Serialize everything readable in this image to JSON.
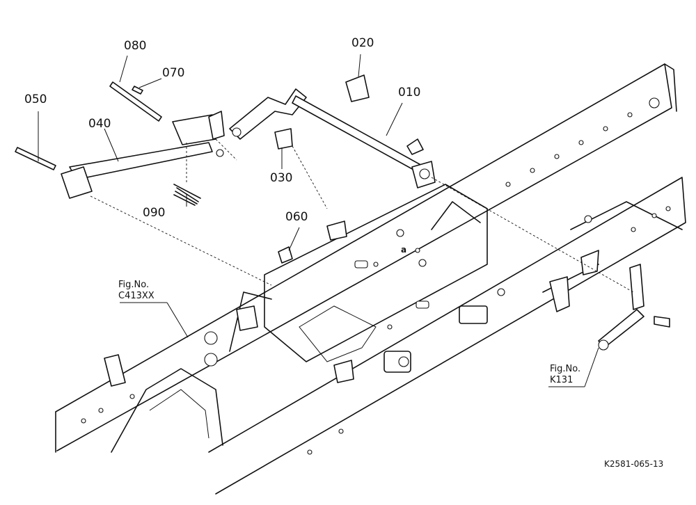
{
  "parts": [
    {
      "id": "010"
    },
    {
      "id": "020"
    },
    {
      "id": "030"
    },
    {
      "id": "040"
    },
    {
      "id": "050"
    },
    {
      "id": "060"
    },
    {
      "id": "070"
    },
    {
      "id": "080"
    },
    {
      "id": "090"
    }
  ],
  "references": [
    {
      "line1": "Fig.No.",
      "line2": "C413XX"
    },
    {
      "line1": "Fig.No.",
      "line2": "K131"
    }
  ],
  "marker": "a",
  "drawing_code": "K2581-065-13"
}
